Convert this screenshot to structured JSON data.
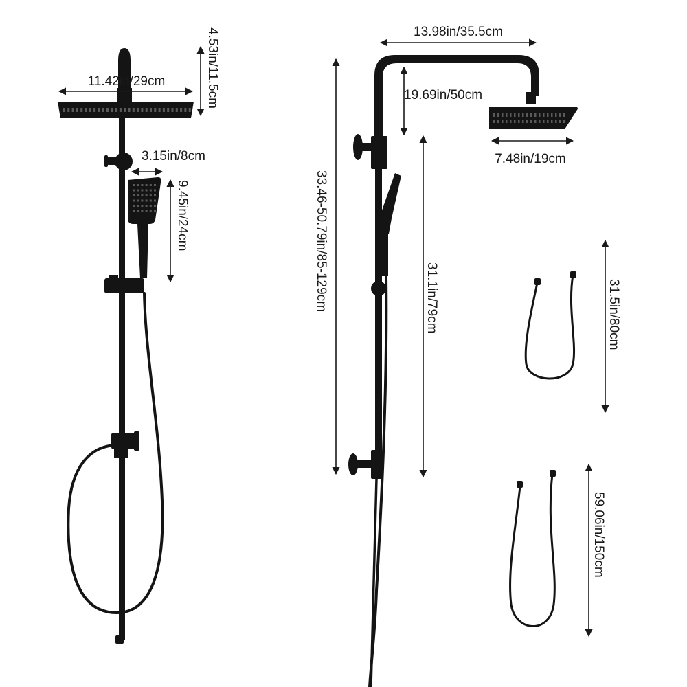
{
  "colors": {
    "product": "#141414",
    "dimension": "#1a1a1a",
    "background": "#ffffff"
  },
  "dimensions": {
    "front_head_width": "11.42in/29cm",
    "front_head_height": "4.53in/11.5cm",
    "handheld_width": "3.15in/8cm",
    "handheld_length": "9.45in/24cm",
    "arm_width": "13.98in/35.5cm",
    "arm_drop": "19.69in/50cm",
    "side_head_width": "7.48in/19cm",
    "total_height": "33.46-50.79in/85-129cm",
    "rail_length": "31.1in/79cm",
    "short_hose": "31.5in/80cm",
    "long_hose": "59.06in/150cm"
  }
}
